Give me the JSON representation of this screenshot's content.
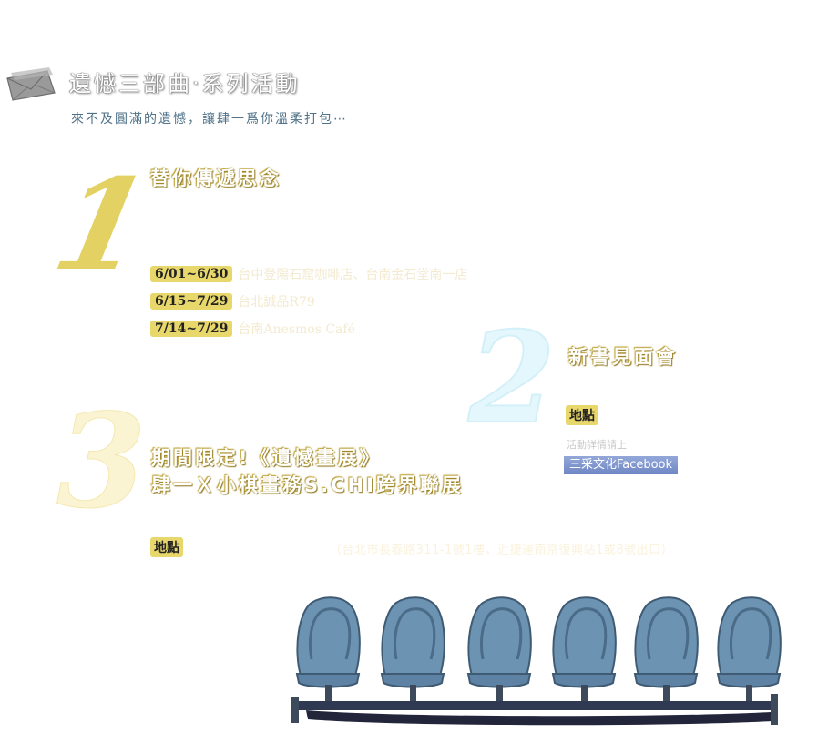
{
  "header": {
    "title": "遺憾三部曲‧系列活動",
    "subtitle": "來不及圓滿的遺憾，讓肆一爲你溫柔打包⋯"
  },
  "section1": {
    "number": "1",
    "title": "替你傳遞思念",
    "dates": [
      {
        "range": "6/01~6/30",
        "place": "台中登陽石窟咖啡店、台南金石堂南一店"
      },
      {
        "range": "6/15~7/29",
        "place": "台北誠品R79"
      },
      {
        "range": "7/14~7/29",
        "place": "台南Anesmos Café"
      }
    ]
  },
  "section2": {
    "number": "2",
    "title": "新書見面會",
    "location_label": "地點",
    "note": "活動詳情請上",
    "link_label": "三采文化Facebook"
  },
  "section3": {
    "number": "3",
    "title_line1": "期間限定!《遺憾畫展》",
    "title_line2": "肆一Ｘ小棋畫務S.CHI跨界聯展",
    "location_label": "地點",
    "address": "（台北市長春路311-1號1樓，近捷運南京復興站1或8號出口）"
  },
  "colors": {
    "badge": "#e8d76a",
    "accent_yellow": "#e4d163",
    "subtitle_blue": "#4f7289",
    "chair_blue": "#6d93b3",
    "facebook_blue": "#7b91cb"
  }
}
